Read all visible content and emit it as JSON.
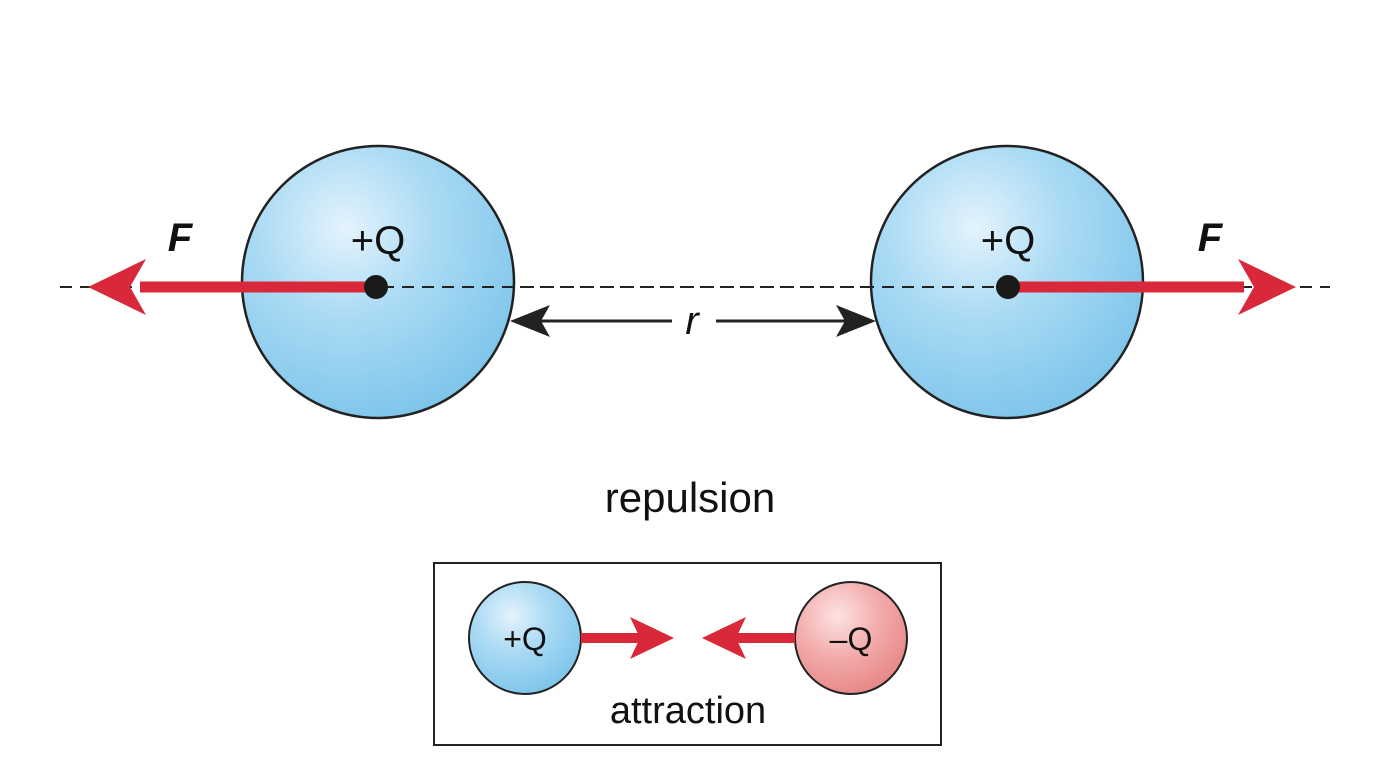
{
  "repulsion": {
    "left_charge": "+Q",
    "right_charge": "+Q",
    "left_force": "F",
    "right_force": "F",
    "distance": "r",
    "caption": "repulsion"
  },
  "attraction": {
    "positive_charge": "+Q",
    "negative_charge": "–Q",
    "caption": "attraction"
  },
  "colors": {
    "positive_sphere": "#8ccbef",
    "negative_sphere": "#ef9a9a",
    "force_arrow": "#d9283a",
    "outline": "#222222"
  }
}
